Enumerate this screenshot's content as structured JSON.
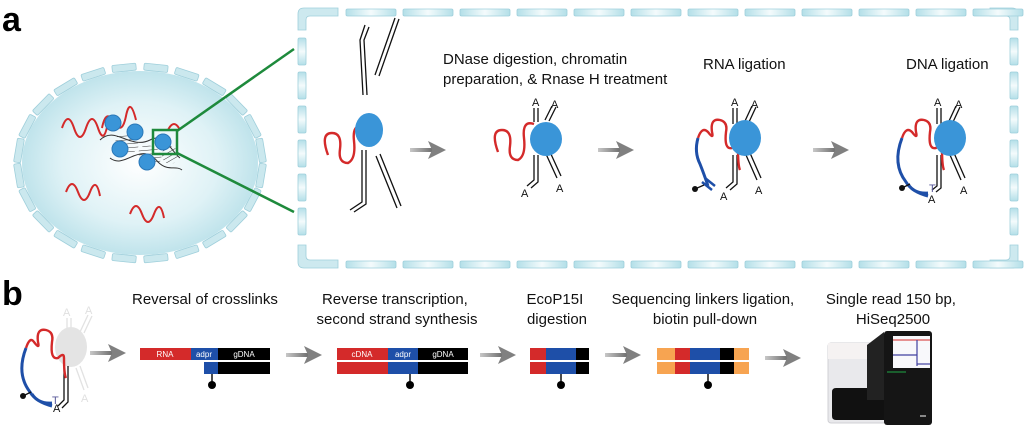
{
  "panels": {
    "a": {
      "letter": "a",
      "steps": [
        {
          "label_lines": [
            "DNase digestion, chromatin",
            "preparation, & Rnase H treatment"
          ]
        },
        {
          "label_lines": [
            "RNA ligation"
          ]
        },
        {
          "label_lines": [
            "DNA ligation"
          ]
        }
      ],
      "adenine_label": "A",
      "thymine_label": "T"
    },
    "b": {
      "letter": "b",
      "steps": [
        {
          "label_lines": [
            "Reversal of crosslinks"
          ],
          "segments": [
            "RNA",
            "adpr",
            "gDNA"
          ]
        },
        {
          "label_lines": [
            "Reverse transcription,",
            "second strand synthesis"
          ],
          "segments": [
            "cDNA",
            "adpr",
            "gDNA"
          ]
        },
        {
          "label_lines": [
            "EcoP15I",
            "digestion"
          ]
        },
        {
          "label_lines": [
            "Sequencing linkers ligation,",
            "biotin pull-down"
          ]
        },
        {
          "label_lines": [
            "Single read 150 bp,",
            "HiSeq2500"
          ]
        }
      ]
    }
  },
  "colors": {
    "rna": "#d42a2a",
    "adaptor": "#1e4fa8",
    "dna": "#000000",
    "linker": "#f7a451",
    "nucleosome": "#3a95d8",
    "zoom_lines": "#1e8a3c",
    "membrane": "#bfe3ea",
    "nucleus_fill": "#d8eff4"
  }
}
